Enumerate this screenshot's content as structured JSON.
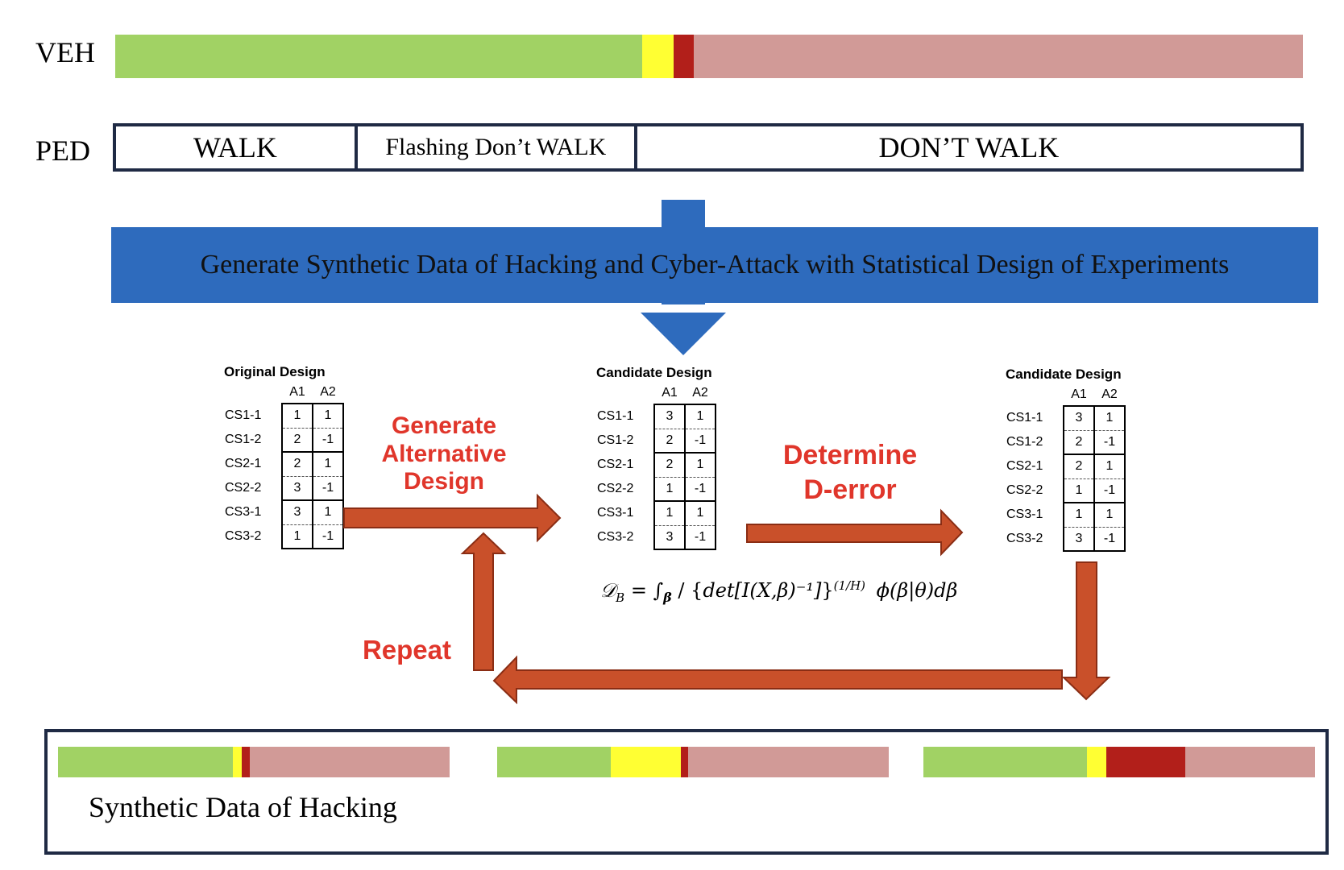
{
  "colors": {
    "green": "#a1d264",
    "yellow": "#ffff33",
    "red": "#b21f1a",
    "pink": "#d19a97",
    "blue": "#2e6bbd",
    "arrow": "#c9502a",
    "arrow_stroke": "#8a2d14",
    "text_red": "#e0362b"
  },
  "veh": {
    "label": "VEH",
    "phases": [
      {
        "name": "green",
        "fraction": 0.444
      },
      {
        "name": "yellow",
        "fraction": 0.026
      },
      {
        "name": "red-clearance",
        "fraction": 0.017
      },
      {
        "name": "red",
        "fraction": 0.513
      }
    ]
  },
  "ped": {
    "label": "PED",
    "phases": [
      {
        "text": "WALK",
        "fraction": 0.204
      },
      {
        "text": "Flashing Don’t WALK",
        "fraction": 0.236
      },
      {
        "text": "DON’T WALK",
        "fraction": 0.56
      }
    ]
  },
  "banner": {
    "text": "Generate Synthetic Data of Hacking and Cyber-Attack with Statistical Design of Experiments"
  },
  "designs": [
    {
      "title": "Original Design",
      "columns": [
        "A1",
        "A2"
      ],
      "rows": [
        {
          "label": "CS1-1",
          "a1": "1",
          "a2": "1"
        },
        {
          "label": "CS1-2",
          "a1": "2",
          "a2": "-1"
        },
        {
          "label": "CS2-1",
          "a1": "2",
          "a2": "1"
        },
        {
          "label": "CS2-2",
          "a1": "3",
          "a2": "-1"
        },
        {
          "label": "CS3-1",
          "a1": "3",
          "a2": "1"
        },
        {
          "label": "CS3-2",
          "a1": "1",
          "a2": "-1"
        }
      ]
    },
    {
      "title": "Candidate Design",
      "columns": [
        "A1",
        "A2"
      ],
      "rows": [
        {
          "label": "CS1-1",
          "a1": "3",
          "a2": "1"
        },
        {
          "label": "CS1-2",
          "a1": "2",
          "a2": "-1"
        },
        {
          "label": "CS2-1",
          "a1": "2",
          "a2": "1"
        },
        {
          "label": "CS2-2",
          "a1": "1",
          "a2": "-1"
        },
        {
          "label": "CS3-1",
          "a1": "1",
          "a2": "1"
        },
        {
          "label": "CS3-2",
          "a1": "3",
          "a2": "-1"
        }
      ]
    },
    {
      "title": "Candidate Design",
      "columns": [
        "A1",
        "A2"
      ],
      "rows": [
        {
          "label": "CS1-1",
          "a1": "3",
          "a2": "1"
        },
        {
          "label": "CS1-2",
          "a1": "2",
          "a2": "-1"
        },
        {
          "label": "CS2-1",
          "a1": "2",
          "a2": "1"
        },
        {
          "label": "CS2-2",
          "a1": "1",
          "a2": "-1"
        },
        {
          "label": "CS3-1",
          "a1": "1",
          "a2": "1"
        },
        {
          "label": "CS3-2",
          "a1": "3",
          "a2": "-1"
        }
      ]
    }
  ],
  "steps": {
    "generate": [
      "Generate",
      "Alternative",
      "Design"
    ],
    "determine": [
      "Determine",
      "D-error"
    ],
    "repeat": "Repeat"
  },
  "formula": {
    "lhs": "𝒟",
    "lhs_sub": "B",
    "text": "det[I(X,β)⁻¹]",
    "exponent": "(1/H)",
    "tail": "ϕ(β|θ)dβ"
  },
  "synthetic": {
    "label": "Synthetic Data of Hacking",
    "bars": [
      {
        "phases": [
          {
            "name": "green",
            "fraction": 0.446
          },
          {
            "name": "yellow",
            "fraction": 0.024
          },
          {
            "name": "red-clearance",
            "fraction": 0.02
          },
          {
            "name": "red",
            "fraction": 0.51
          }
        ]
      },
      {
        "phases": [
          {
            "name": "green",
            "fraction": 0.29
          },
          {
            "name": "yellow",
            "fraction": 0.18
          },
          {
            "name": "red-clearance",
            "fraction": 0.018
          },
          {
            "name": "red",
            "fraction": 0.512
          }
        ]
      },
      {
        "phases": [
          {
            "name": "green",
            "fraction": 0.418
          },
          {
            "name": "yellow",
            "fraction": 0.05
          },
          {
            "name": "red-clearance",
            "fraction": 0.2
          },
          {
            "name": "red",
            "fraction": 0.332
          }
        ]
      }
    ]
  }
}
